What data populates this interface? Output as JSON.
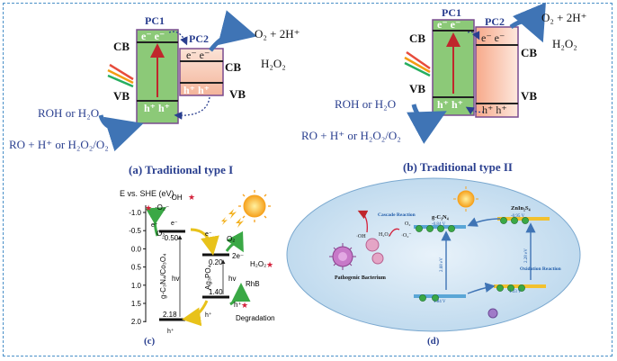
{
  "panel_a": {
    "caption": "(a) Traditional type I",
    "pc1": "PC1",
    "pc2": "PC2",
    "cb": "CB",
    "vb": "VB",
    "cb2": "CB",
    "vb2": "VB",
    "e1": "e⁻ e⁻",
    "e2": "e⁻  e⁻",
    "h1": "h⁺ h⁺",
    "h2": "h⁺ h⁺",
    "o2": "O₂ + 2H⁺",
    "h2o2": "H₂O₂",
    "roh": "ROH or H₂O",
    "ro": "RO + H⁺ or H₂O₂/O₂"
  },
  "panel_b": {
    "caption": "(b) Traditional type II",
    "pc1": "PC1",
    "pc2": "PC2",
    "cb": "CB",
    "vb": "VB",
    "cb2": "CB",
    "vb2": "VB",
    "e1": "e⁻ e⁻",
    "e2": "e⁻  e⁻",
    "h1": "h⁺ h⁺",
    "h2": "h⁺  h⁺",
    "o2": "O₂ + 2H⁺",
    "h2o2": "H₂O₂",
    "roh": "ROH or H₂O",
    "ro": "RO + H⁺ or H₂O₂/O₂"
  },
  "panel_c": {
    "caption": "(c)",
    "axis_label": "E vs. SHE (eV)",
    "ticks": [
      "-1.0",
      "-0.5",
      "0.0",
      "0.5",
      "1.0",
      "1.5",
      "2.0"
    ],
    "left_material": "g-C₃N₄/Co₃O₄",
    "right_material": "Ag₃PO₄",
    "cb1": "-0.50",
    "vb1": "2.18",
    "cb2": "0.20",
    "vb2": "1.40",
    "oh": "·OH",
    "o2rad": "·O₂⁻",
    "o2": "O₂",
    "o2b": "O₂",
    "h2o2": "H₂O₂",
    "twoe": "2e⁻",
    "hv1": "hv",
    "hv2": "hv",
    "e_a": "e⁻",
    "e_b": "e⁻",
    "e_c": "e⁻",
    "h_a": "h⁺",
    "h_b": "h⁺",
    "h_star": "h⁺",
    "rhb": "RhB",
    "degradation": "Degradation"
  },
  "panel_d": {
    "caption": "(d)",
    "cascade": "Cascade Reaction",
    "gcn": "g-C₃N₄",
    "gcn_cb": "-0.84 V",
    "gcn_vb": "1.84 V",
    "gcn_gap": "2.68 eV",
    "zis": "ZnIn₂S₄",
    "zis_cb": "-0.95 V",
    "zis_vb": "1.33 V",
    "zis_gap": "2.28 eV",
    "oxidation": "Oxidation Reaction",
    "oh": "·OH",
    "h2o2": "H₂O₂",
    "o2rad": "·O₂⁻",
    "o2": "O₂",
    "pathogenic": "Pathogenic Bacterium"
  }
}
